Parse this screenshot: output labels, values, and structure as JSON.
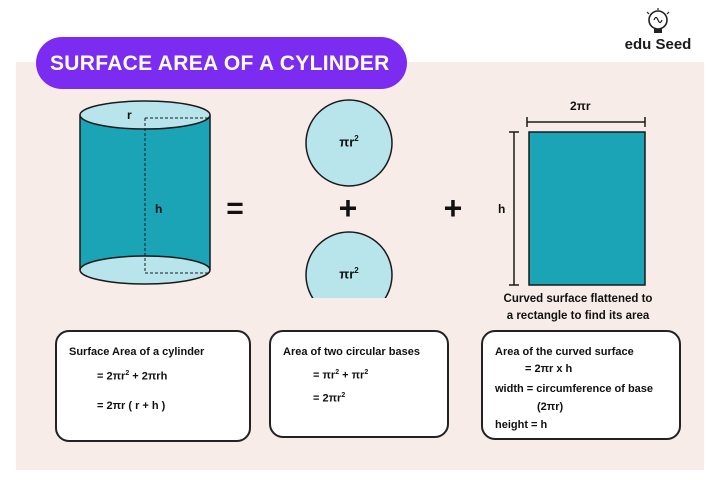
{
  "title": "SURFACE AREA OF A CYLINDER",
  "logo": {
    "text": "edu Seed",
    "icon": "lightbulb-brain-icon"
  },
  "cylinder": {
    "radius_label": "r",
    "height_label": "h"
  },
  "operators": {
    "equals": "=",
    "plus1": "+",
    "plus2": "+"
  },
  "bases": {
    "top": "πr",
    "bottom": "πr",
    "exp": "2"
  },
  "rectangle": {
    "width_label": "2πr",
    "height_label": "h",
    "caption_line1": "Curved surface flattened to",
    "caption_line2": "a rectangle to find its area"
  },
  "cards": {
    "total": {
      "title": "Surface Area of a cylinder",
      "line1_pre": "= 2πr",
      "line1_post": " + 2πrh",
      "line2": "= 2πr ( r + h )"
    },
    "bases": {
      "title": "Area of two circular bases",
      "line1_a": "= πr",
      "line1_b": " + πr",
      "line2": "= 2πr"
    },
    "curved": {
      "title": "Area of the curved surface",
      "line1": "= 2πr x h",
      "line2": "width = circumference of base",
      "line3": "(2πr)",
      "line4": "height = h"
    }
  },
  "colors": {
    "banner": "#7b2cf0",
    "cylinder": "#1ba3b6",
    "circle": "#b8e4ec",
    "rectangle": "#1ba3b6",
    "panel": "#f7ece8"
  }
}
